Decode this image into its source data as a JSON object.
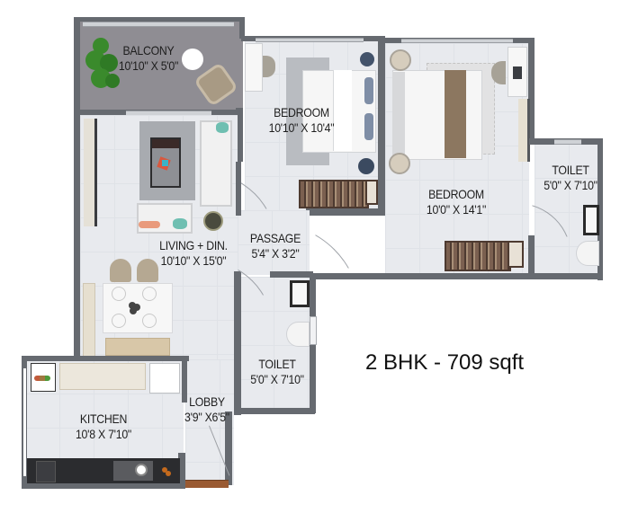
{
  "title": "2 BHK - 709 sqft",
  "unit_type": "2 BHK",
  "area_sqft": 709,
  "rooms": [
    {
      "id": "balcony",
      "name": "BALCONY",
      "size": "10'10\" X 5'0\""
    },
    {
      "id": "bedroom_1",
      "name": "BEDROOM",
      "size": "10'10\" X 10'4\""
    },
    {
      "id": "bedroom_2",
      "name": "BEDROOM",
      "size": "10'0\" X 14'1\""
    },
    {
      "id": "toilet_1",
      "name": "TOILET",
      "size": "5'0\" X 7'10\""
    },
    {
      "id": "living_dining",
      "name": "LIVING + DIN.",
      "size": "10'10\" X 15'0\""
    },
    {
      "id": "passage",
      "name": "PASSAGE",
      "size": "5'4\" X 3'2\""
    },
    {
      "id": "toilet_2",
      "name": "TOILET",
      "size": "5'0\" X 7'10\""
    },
    {
      "id": "kitchen",
      "name": "KITCHEN",
      "size": "10'8 X 7'10\""
    },
    {
      "id": "lobby",
      "name": "LOBBY",
      "size": "3'9\" X6'5\""
    }
  ],
  "colors": {
    "wall": "#666a70",
    "floor": "#e8eaee",
    "balcony_floor": "#8e8c92",
    "wardrobe": "#6a5042",
    "entry_door": "#9a5a32",
    "kitchen_counter": "#2b2c2f"
  }
}
